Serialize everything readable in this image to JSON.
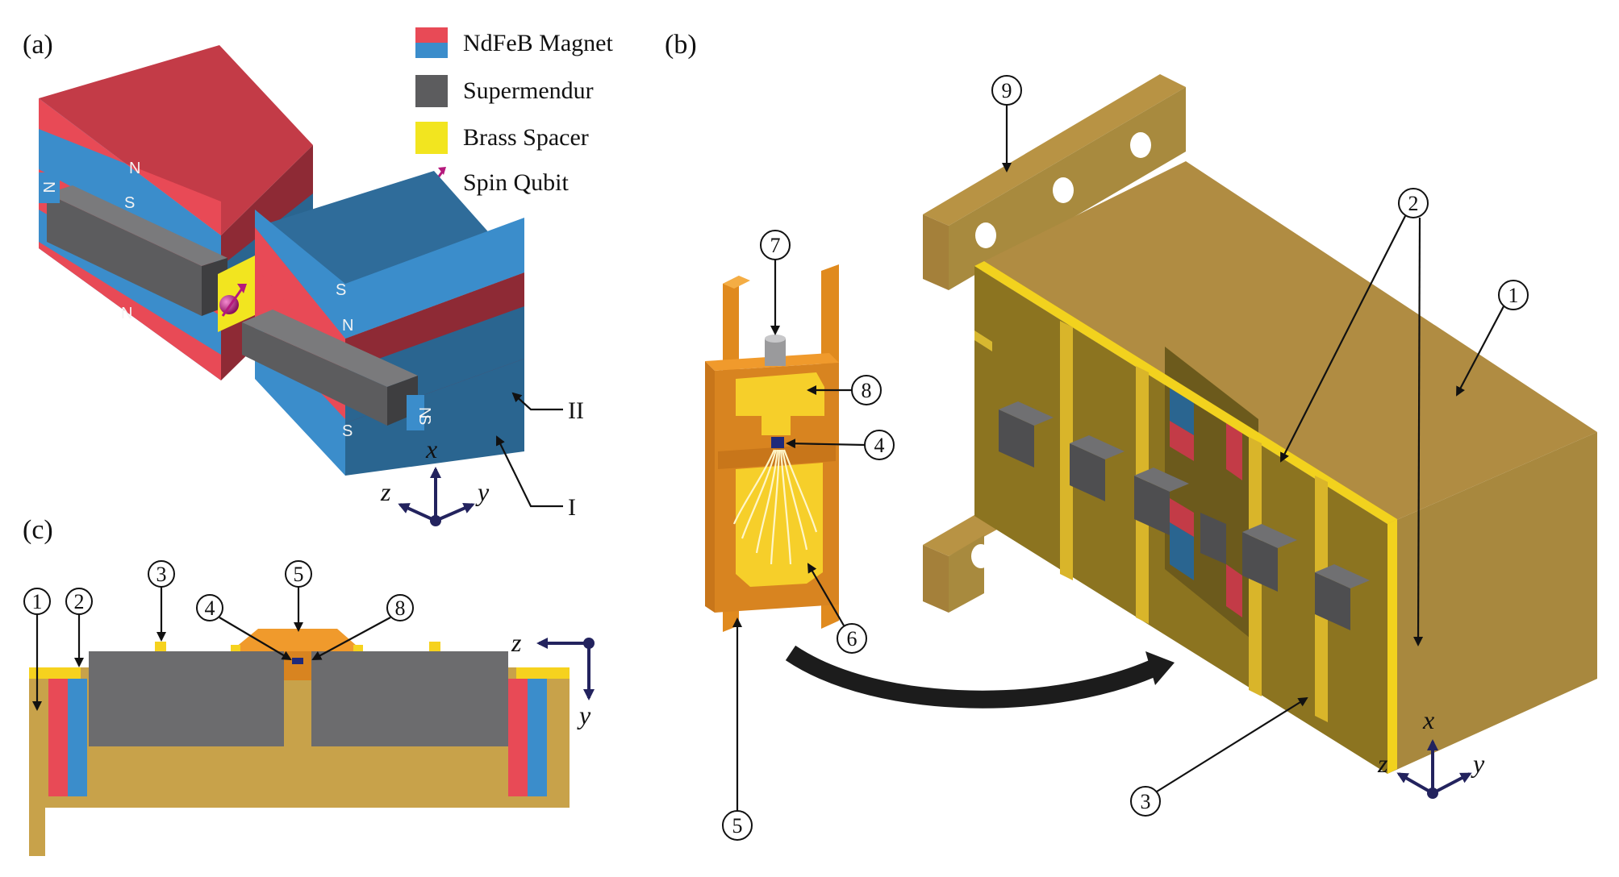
{
  "panels": {
    "a": "(a)",
    "b": "(b)",
    "c": "(c)"
  },
  "legend": [
    {
      "label": "NdFeB Magnet",
      "icon": "magnet-swatch-icon"
    },
    {
      "label": "Supermendur",
      "icon": "supermendur-swatch-icon"
    },
    {
      "label": "Brass Spacer",
      "icon": "brass-swatch-icon"
    },
    {
      "label": "Spin Qubit",
      "icon": "spin-qubit-icon"
    }
  ],
  "poles": {
    "north": "N",
    "south": "S"
  },
  "axes": {
    "x": "x",
    "y": "y",
    "z": "z"
  },
  "roman": {
    "one": "I",
    "two": "II"
  },
  "callouts": {
    "n1": "1",
    "n2": "2",
    "n3": "3",
    "n4": "4",
    "n5": "5",
    "n6": "6",
    "n7": "7",
    "n8": "8",
    "n9": "9"
  },
  "colors": {
    "magnet_red": "#e84a56",
    "magnet_blue": "#3b8dcb",
    "supermendur": "#5c5c5e",
    "brass": "#f2e51f",
    "housing": "#c8a24a",
    "pcb": "#e8a020",
    "qubit": "#b5197c",
    "axis": "#23235e"
  }
}
